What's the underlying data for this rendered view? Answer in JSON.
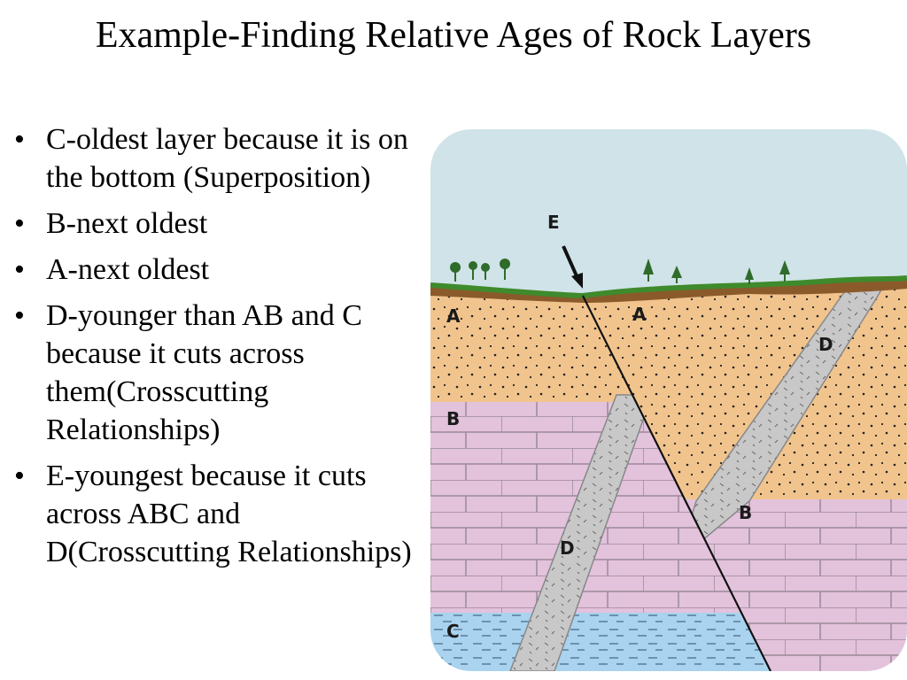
{
  "slide": {
    "title": "Example-Finding Relative Ages of Rock Layers",
    "bullet_char": "•",
    "bullets": [
      "C-oldest layer because it is on the bottom (Superposition)",
      "B-next oldest",
      "A-next oldest",
      "D-younger than AB and C because it cuts across them(Crosscutting Relationships)",
      "E-youngest because it cuts across ABC and D(Crosscutting Relationships)"
    ]
  },
  "diagram": {
    "labels": {
      "fault": "E",
      "layer_a_left": "A",
      "layer_a_right": "A",
      "layer_b_left": "B",
      "layer_b_right": "B",
      "layer_c": "C",
      "dike_upper": "D",
      "dike_lower": "D"
    },
    "colors": {
      "sky": "#cfe3e8",
      "grass": "#3f8a2c",
      "soil": "#8a5a2b",
      "layer_a": "#f1c48e",
      "layer_b": "#e3c2dc",
      "layer_c": "#a9d3ee",
      "dike": "#c8c8c8"
    }
  }
}
